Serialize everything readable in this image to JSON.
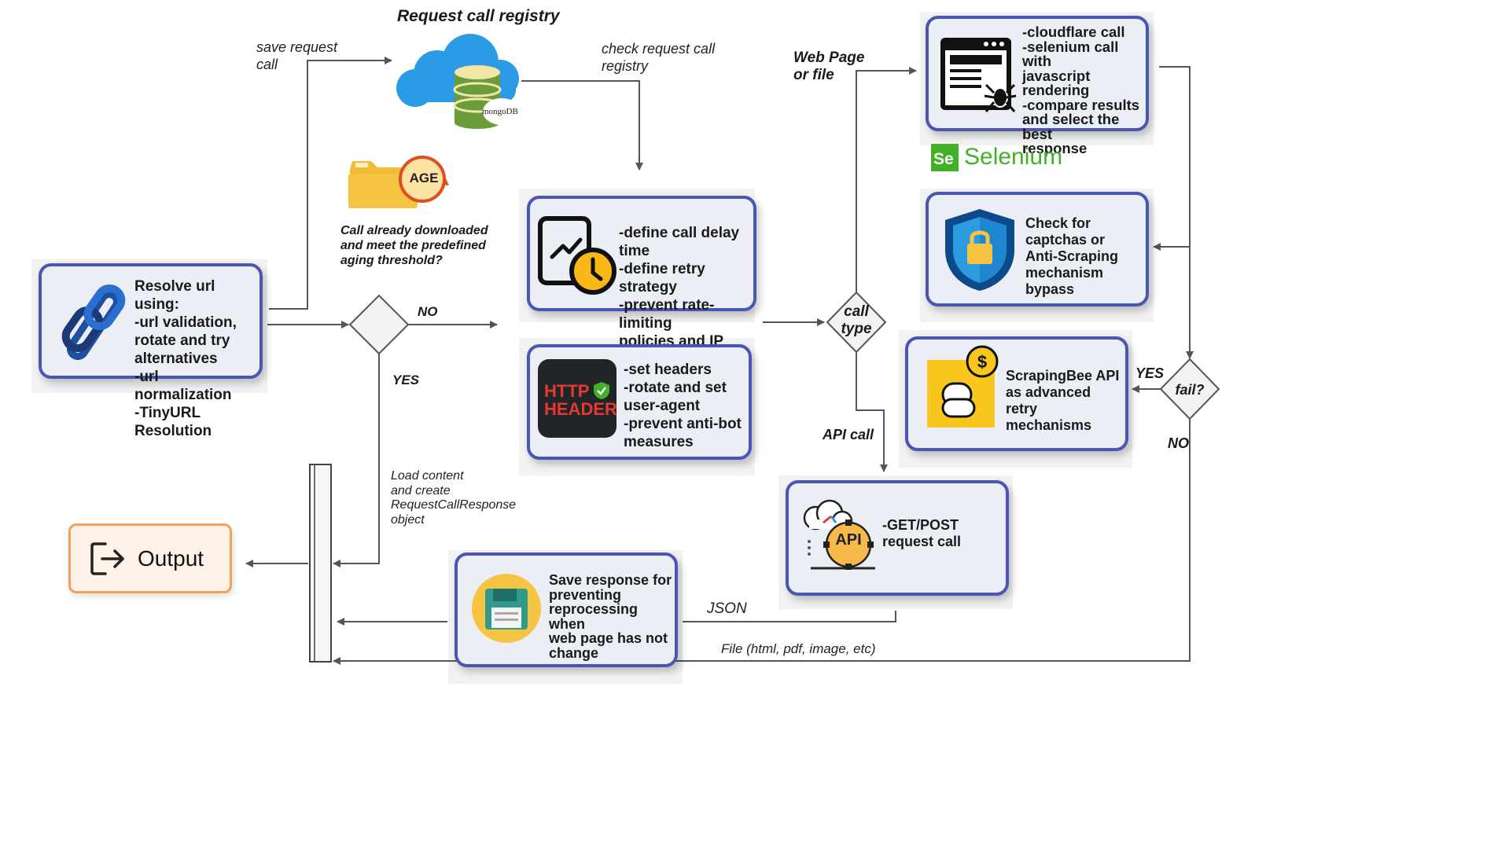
{
  "resolve_box": {
    "text": "Resolve url using:\n-url validation,\nrotate and try\nalternatives\n-url normalization\n-TinyURL Resolution"
  },
  "registry": {
    "title": "Request call registry",
    "db_label": "mongoDB"
  },
  "labels": {
    "save_request": "save request\ncall",
    "check_registry": "check request call\nregistry",
    "already_downloaded": "Call already downloaded\nand meet the predefined\naging threshold?",
    "no_1": "NO",
    "yes_1": "YES",
    "load_content": "Load content\nand create\nRequestCallResponse\nobject",
    "web_page": "Web Page\nor file",
    "api_call": "API call",
    "yes_2": "YES",
    "no_2": "NO",
    "json": "JSON",
    "file": "File (html, pdf, image, etc)"
  },
  "age_badge": "AGE",
  "delay_box": {
    "text": "-define call delay time\n-define retry strategy\n-prevent rate-limiting\npolicies and IP bans"
  },
  "header_box": {
    "text": "-set headers\n-rotate and set\nuser-agent\n-prevent anti-bot\nmeasures",
    "icon_line1": "HTTP",
    "icon_line2": "HEADER"
  },
  "call_type": "call\ntype",
  "fail": "fail?",
  "selenium_box": {
    "text": "-cloudflare call\n-selenium call with\njavascript rendering\n-compare results\nand select the best\nresponse"
  },
  "selenium_logo": {
    "mark": "Se",
    "name": "Selenium"
  },
  "captcha_box": {
    "text": "Check for\ncaptchas or\nAnti-Scraping\nmechanism bypass"
  },
  "scrapingbee_box": {
    "text": "ScrapingBee API\nas advanced retry\nmechanisms"
  },
  "api_box": {
    "text": "-GET/POST\nrequest call",
    "icon_label": "API"
  },
  "save_box": {
    "text": "Save response for\npreventing\nreprocessing when\nweb page has not\nchange"
  },
  "output": {
    "label": "Output"
  },
  "colors": {
    "box_border": "#4a56b3",
    "box_fill": "#eceef6",
    "arrow": "#555555",
    "output_border": "#f2a25f",
    "output_fill": "#fef1e6",
    "selenium_green": "#43b02a"
  }
}
